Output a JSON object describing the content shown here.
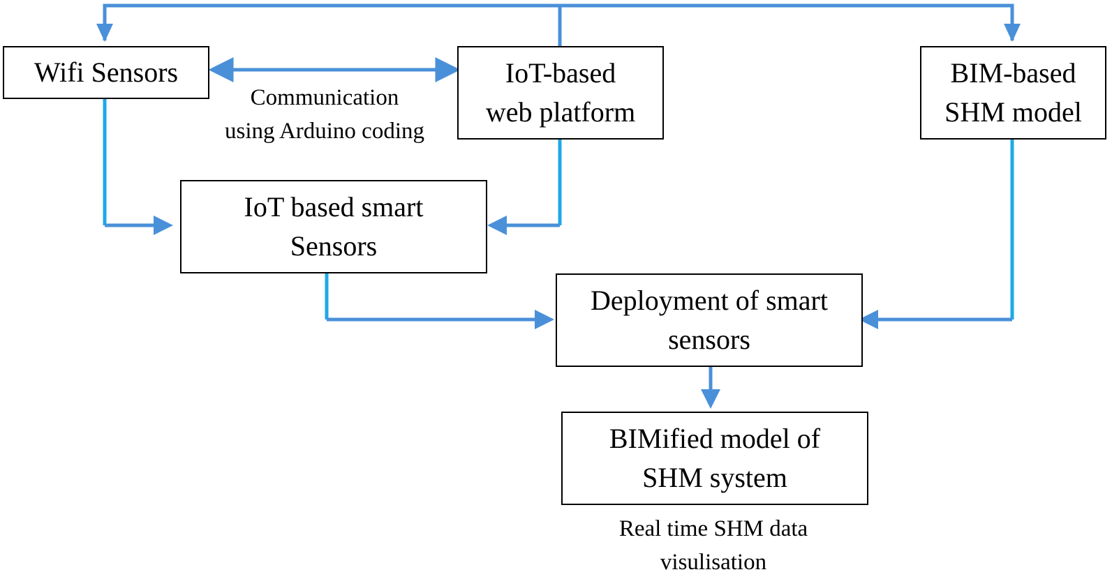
{
  "nodes": {
    "wifi_sensors": {
      "lines": [
        "Wifi Sensors"
      ]
    },
    "iot_web_platform": {
      "lines": [
        "IoT-based",
        "web platform"
      ]
    },
    "bim_shm_model": {
      "lines": [
        "BIM-based",
        "SHM model"
      ]
    },
    "iot_smart_sensors": {
      "lines": [
        "IoT based smart",
        "Sensors"
      ]
    },
    "deployment": {
      "lines": [
        "Deployment of smart",
        "sensors"
      ]
    },
    "bimified_model": {
      "lines": [
        "BIMified model of",
        "SHM system"
      ]
    }
  },
  "notes": {
    "communication": {
      "lines": [
        "Communication",
        "using Arduino  coding"
      ]
    },
    "visualisation": {
      "lines": [
        "Real time SHM data",
        "visulisation"
      ]
    }
  },
  "colors": {
    "arrow": "#4a90d9",
    "arrow_light": "#1fa8e8",
    "box_border": "#000000",
    "text": "#000000"
  }
}
